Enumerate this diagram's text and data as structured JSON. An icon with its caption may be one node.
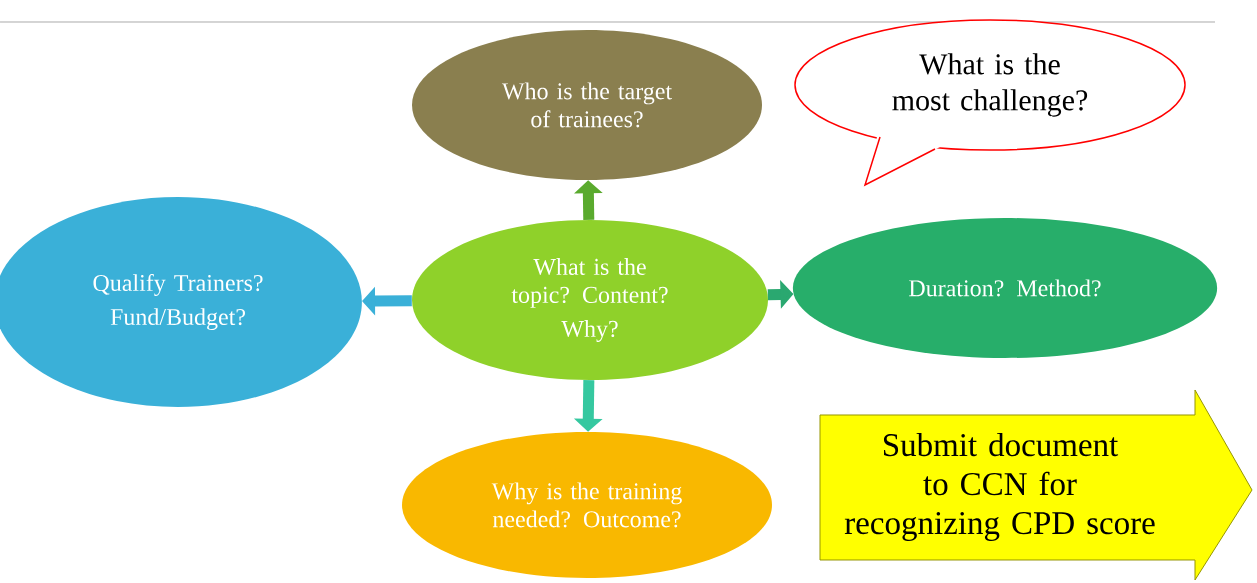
{
  "diagram": {
    "nodes": [
      {
        "text": [
          "What is the topic? Content?",
          "Why?"
        ]
      },
      {
        "text": [
          "Who is the target of trainees?"
        ]
      },
      {
        "text": [
          "Qualify Trainers?",
          "Fund/Budget?"
        ]
      },
      {
        "text": [
          "Duration? Method?"
        ]
      },
      {
        "text": [
          "Why is the training needed? Outcome?"
        ]
      },
      {
        "text": [
          "What is the most challenge?"
        ]
      },
      {
        "text": [
          "Submit document to CCN for recognizing CPD score"
        ]
      }
    ],
    "edges": [
      {
        "from": 0,
        "to": 1,
        "arrow": "to",
        "color": "#5aaa2e"
      },
      {
        "from": 0,
        "to": 2,
        "arrow": "to",
        "color": "#3ab0d8"
      },
      {
        "from": 0,
        "to": 3,
        "arrow": "to",
        "color": "#2aa870"
      },
      {
        "from": 0,
        "to": 4,
        "arrow": "to",
        "color": "#35c8a0"
      }
    ]
  }
}
